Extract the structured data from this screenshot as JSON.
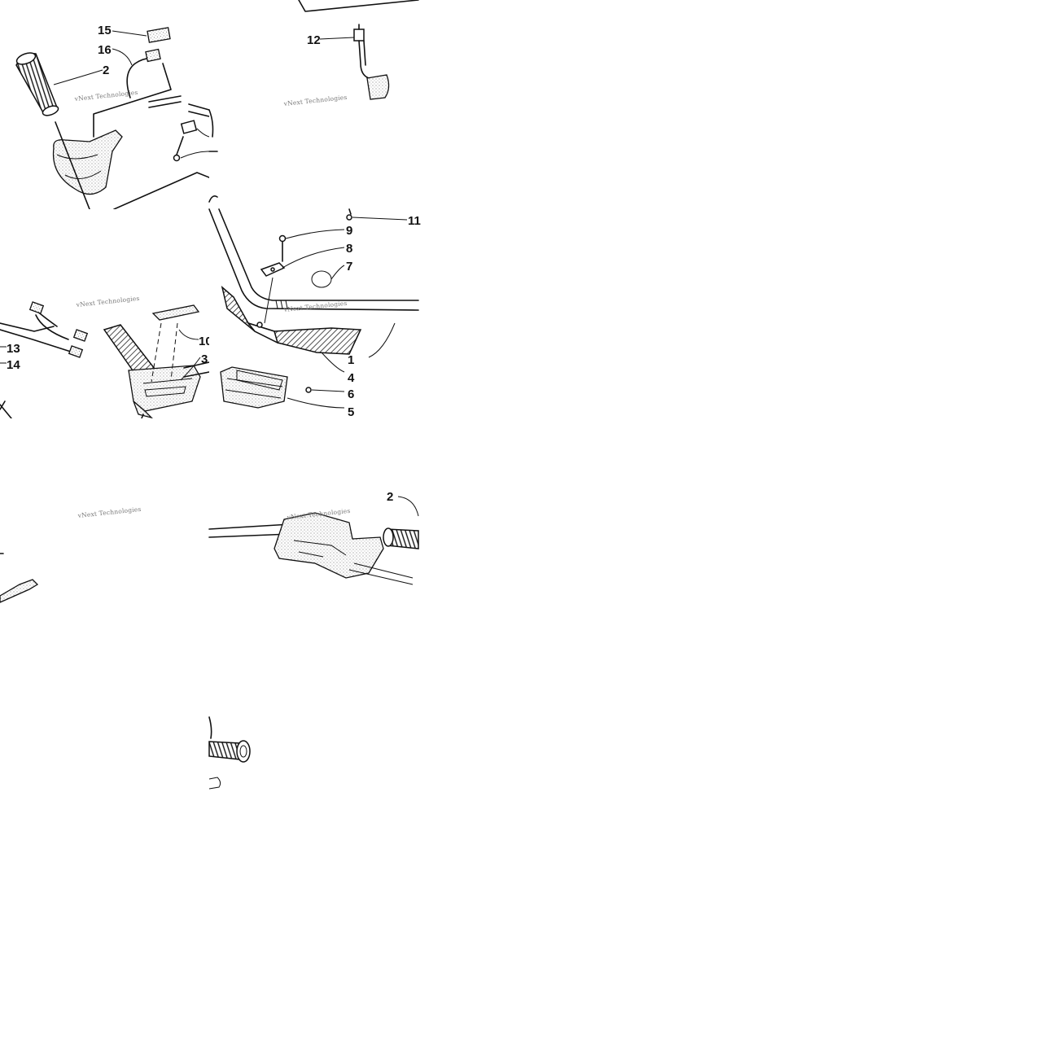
{
  "watermark": "vNext Technologies",
  "callouts": {
    "c15": "15",
    "c16": "16",
    "c2": "2",
    "c12": "12",
    "c11": "11",
    "c9": "9",
    "c8": "8",
    "c7": "7",
    "c10": "10",
    "c3": "3",
    "c1": "1",
    "c4": "4",
    "c6": "6",
    "c5": "5",
    "c13": "13",
    "c14": "14",
    "c2b": "2"
  }
}
